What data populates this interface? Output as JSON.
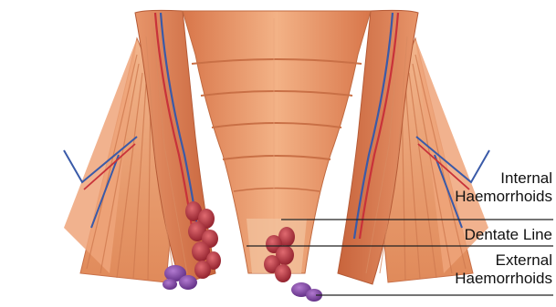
{
  "diagram": {
    "labels": {
      "internal_line1": "Internal",
      "internal_line2": "Haemorrhoids",
      "dentate": "Dentate Line",
      "external_line1": "External",
      "external_line2": "Haemorrhoids"
    },
    "colors": {
      "muscle": "#e0875a",
      "muscle_light": "#f0b48a",
      "rectum": "#ea9a6e",
      "haemorrhoid": "#b8303c",
      "external_haemorrhoid": "#8a4aa8",
      "artery": "#c8323a",
      "vein": "#3a5aa8",
      "leader_line": "#222222"
    }
  }
}
